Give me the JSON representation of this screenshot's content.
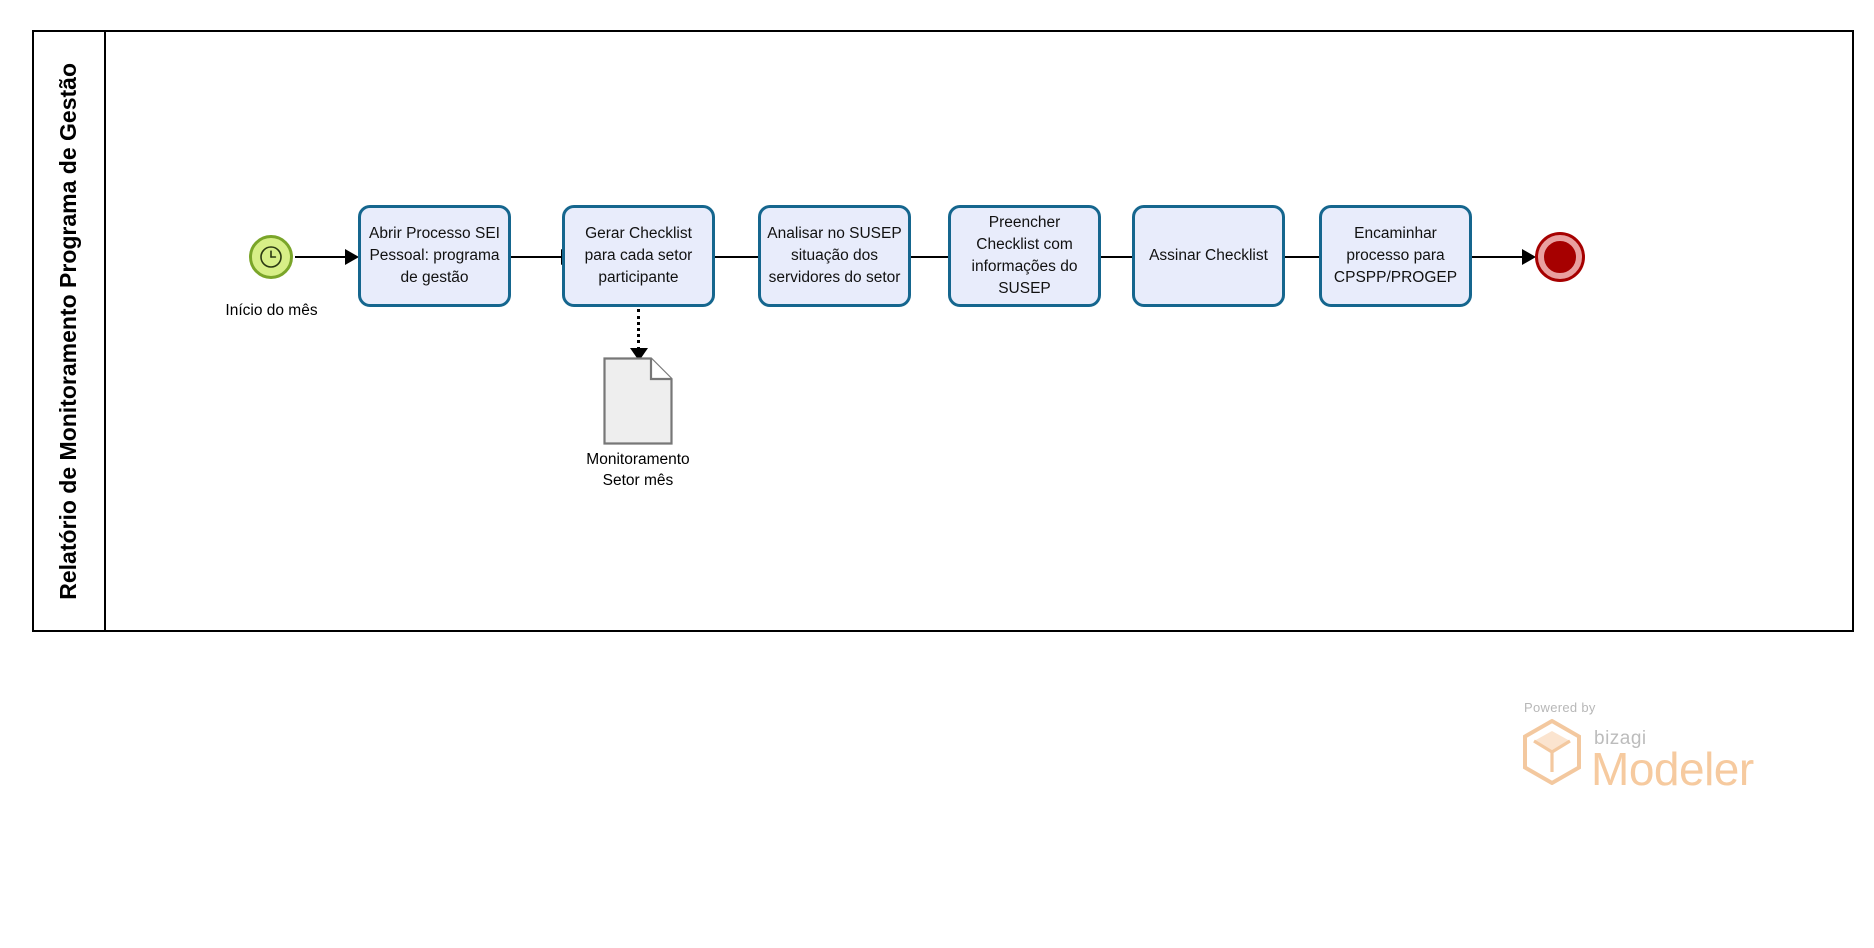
{
  "diagram": {
    "type": "bpmn-process",
    "pool": {
      "lane_label": "Relatório de Monitoramento Programa de Gestão"
    },
    "start_event": {
      "name": "start-event-timer",
      "icon": "clock-icon",
      "label": "Início do mês",
      "fill_color": "#d7ef87",
      "border_color": "#7aa529"
    },
    "end_event": {
      "name": "end-event",
      "label": "",
      "fill_color": "#a60000",
      "ring_color": "#e9a0a0"
    },
    "task_border_color": "#15668e",
    "task_fill_color": "#e8ecfb",
    "tasks": [
      {
        "id": "task-1",
        "label": "Abrir Processo SEI Pessoal: programa de gestão"
      },
      {
        "id": "task-2",
        "label": "Gerar Checklist para cada setor participante"
      },
      {
        "id": "task-3",
        "label": "Analisar no SUSEP situação dos servidores do setor"
      },
      {
        "id": "task-4",
        "label": "Preencher Checklist com informações do SUSEP"
      },
      {
        "id": "task-5",
        "label": "Assinar Checklist"
      },
      {
        "id": "task-6",
        "label": "Encaminhar processo para CPSPP/PROGEP"
      }
    ],
    "data_objects": [
      {
        "id": "data-object-1",
        "label": "Monitoramento\nSetor mês",
        "source_task": "task-2"
      }
    ],
    "sequence_flows": [
      {
        "from": "start-event-timer",
        "to": "task-1"
      },
      {
        "from": "task-1",
        "to": "task-2"
      },
      {
        "from": "task-2",
        "to": "task-3"
      },
      {
        "from": "task-3",
        "to": "task-4"
      },
      {
        "from": "task-4",
        "to": "task-5"
      },
      {
        "from": "task-5",
        "to": "task-6"
      },
      {
        "from": "task-6",
        "to": "end-event"
      }
    ],
    "associations": [
      {
        "from": "task-2",
        "to": "data-object-1",
        "style": "dotted"
      }
    ]
  },
  "watermark": {
    "powered_by": "Powered by",
    "brand": "bizagi",
    "product": "Modeler",
    "brand_color": "#f6c89a"
  }
}
